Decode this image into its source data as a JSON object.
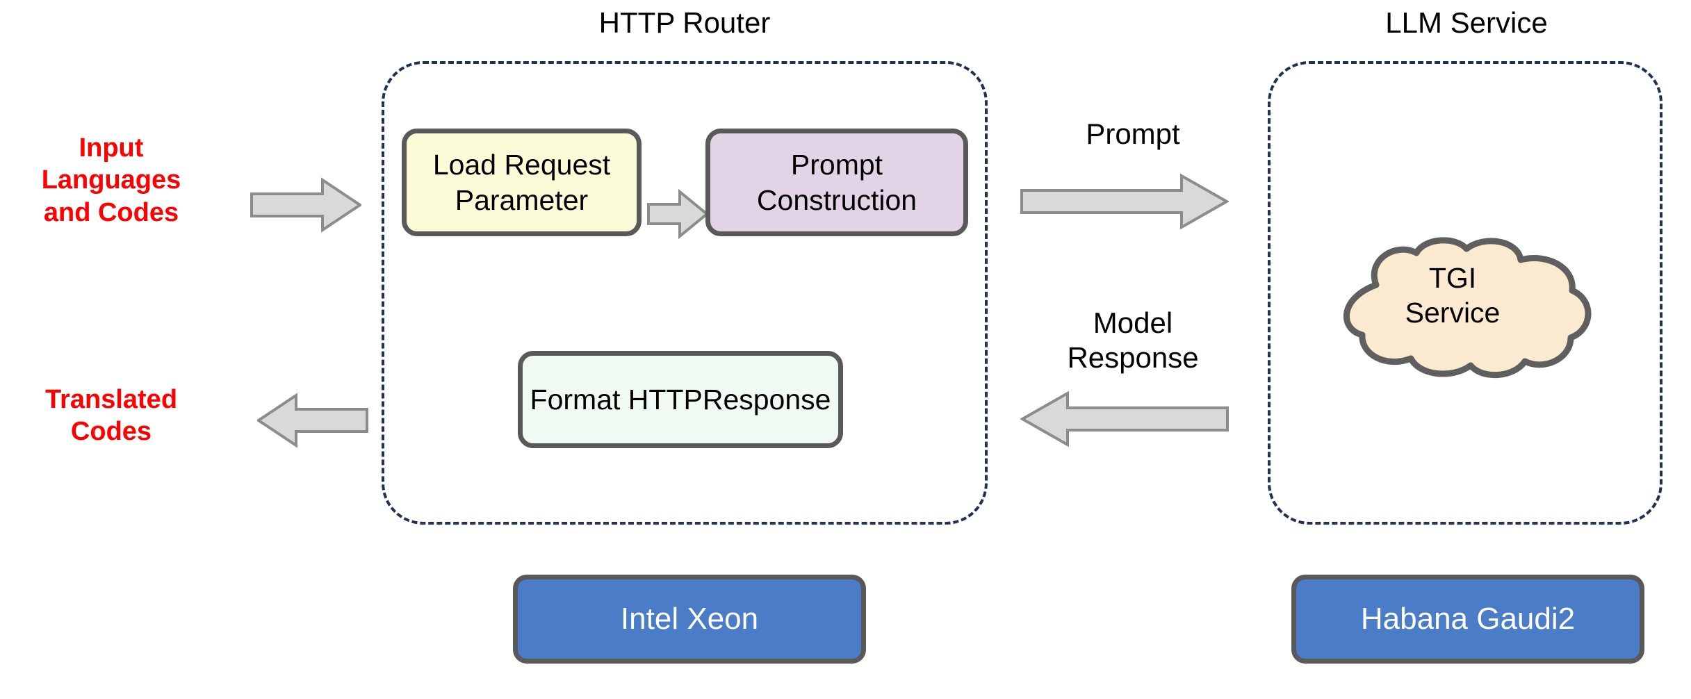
{
  "diagram": {
    "title_http_router": "HTTP Router",
    "title_llm_service": "LLM Service",
    "io": {
      "input_label": "Input\nLanguages\nand Codes",
      "output_label": "Translated\nCodes",
      "input_color": "#ff0000",
      "output_color": "#ff0000"
    },
    "router_boxes": [
      {
        "name": "load-request-parameter",
        "label": "Load\nRequest\nParameter",
        "fill": "#fcfbd8"
      },
      {
        "name": "prompt-construction",
        "label": "Prompt\nConstruction",
        "fill": "#e3d3e6"
      },
      {
        "name": "format-httpresponse",
        "label": "Format\nHTTPResponse",
        "fill": "#effaf3"
      }
    ],
    "llm_nodes": [
      {
        "name": "tgi-service-cloud",
        "label": "TGI\nService",
        "fill": "#fbead0"
      }
    ],
    "flows": [
      {
        "name": "prompt",
        "label": "Prompt",
        "direction": "right"
      },
      {
        "name": "model-response",
        "label": "Model\nResponse",
        "direction": "left"
      }
    ],
    "hardware": [
      {
        "name": "intel-xeon",
        "label": "Intel Xeon",
        "fill": "#4a7cc7",
        "text_color": "#ffffff"
      },
      {
        "name": "habana-gaudi2",
        "label": "Habana Gaudi2",
        "fill": "#4a7cc7",
        "text_color": "#ffffff"
      }
    ],
    "styles": {
      "dashed_border_color": "#1f3251",
      "box_border_color": "#595959",
      "arrow_fill": "#d9d9d9",
      "arrow_stroke": "#8c8c8c"
    }
  }
}
